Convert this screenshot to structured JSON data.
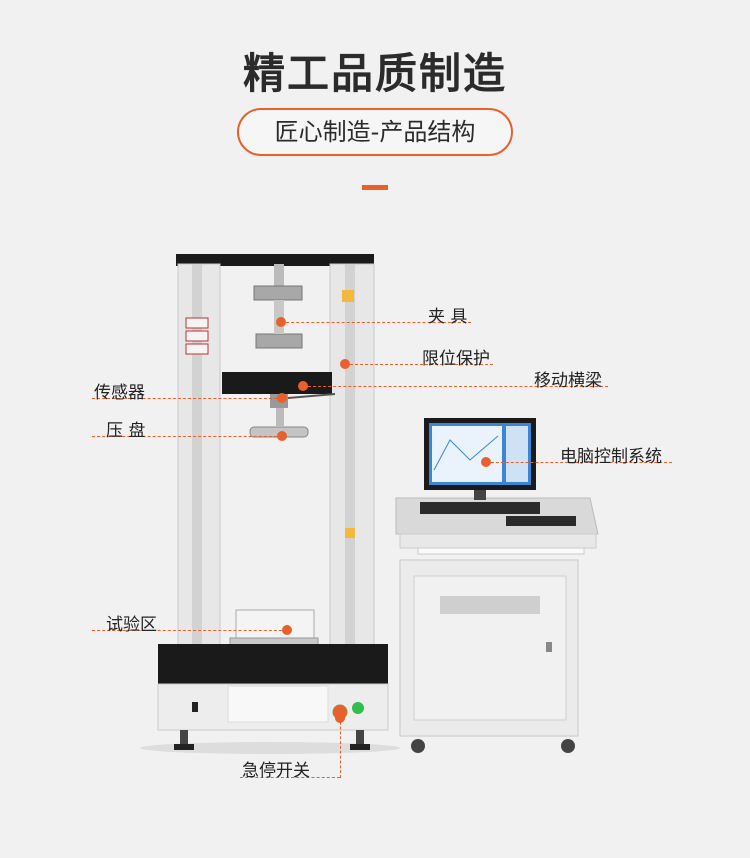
{
  "header": {
    "title": "精工品质制造",
    "subtitle": "匠心制造-产品结构"
  },
  "colors": {
    "accent": "#e8602c",
    "frame": "#e7e7e7",
    "dark": "#1a1a1a"
  },
  "callouts": {
    "clamp": "夹 具",
    "limit_protection": "限位保护",
    "moving_crossbeam": "移动横梁",
    "sensor": "传感器",
    "platen": "压 盘",
    "computer_control": "电脑控制系统",
    "test_area": "试验区",
    "emergency_stop": "急停开关"
  }
}
